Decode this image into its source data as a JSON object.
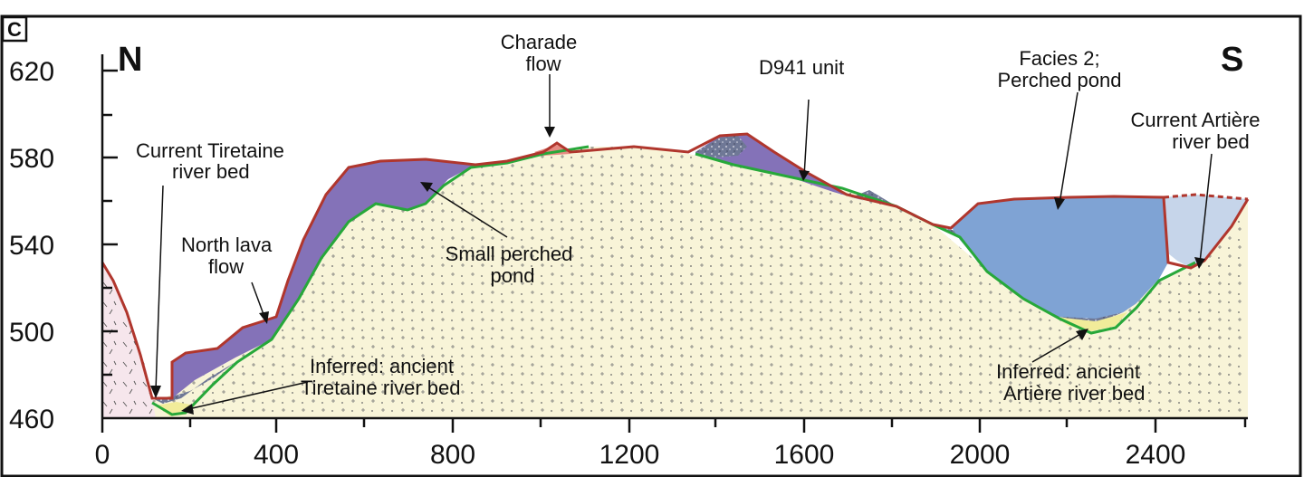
{
  "panel_label": "C",
  "orientation": {
    "left": "N",
    "right": "S"
  },
  "axes": {
    "x_ticks": [
      "0",
      "400",
      "800",
      "1200",
      "1600",
      "2000",
      "2400"
    ],
    "y_ticks": [
      "460",
      "500",
      "540",
      "580",
      "620"
    ]
  },
  "annotations": {
    "charade_1": "Charade",
    "charade_2": "flow",
    "d941": "D941 unit",
    "facies_1": "Facies 2;",
    "facies_2": "Perched pond",
    "artiere_now_1": "Current Artière",
    "artiere_now_2": "river bed",
    "tiretaine_now_1": "Current Tiretaine",
    "tiretaine_now_2": "river bed",
    "north_lava_1": "North lava",
    "north_lava_2": "flow",
    "small_pond_1": "Small perched",
    "small_pond_2": "pond",
    "tiretaine_old_1": "Inferred: ancient",
    "tiretaine_old_2": "Tiretaine river bed",
    "artiere_old_1": "Inferred: ancient",
    "artiere_old_2": "Artière river bed"
  },
  "colors": {
    "basement": "#f8f4d8",
    "lava_flow": "#8472b8",
    "perched_pond": "#7fa3d4",
    "artiere_bed_fill": "#c6d5ea",
    "charade_flow": "#e58a82",
    "old_river_bed": "#f1ec9a",
    "scoria": "#6f7896",
    "granite_left": "#f6e6ec",
    "surface_line": "#b0362d",
    "base_contact_line": "#27a83a"
  }
}
